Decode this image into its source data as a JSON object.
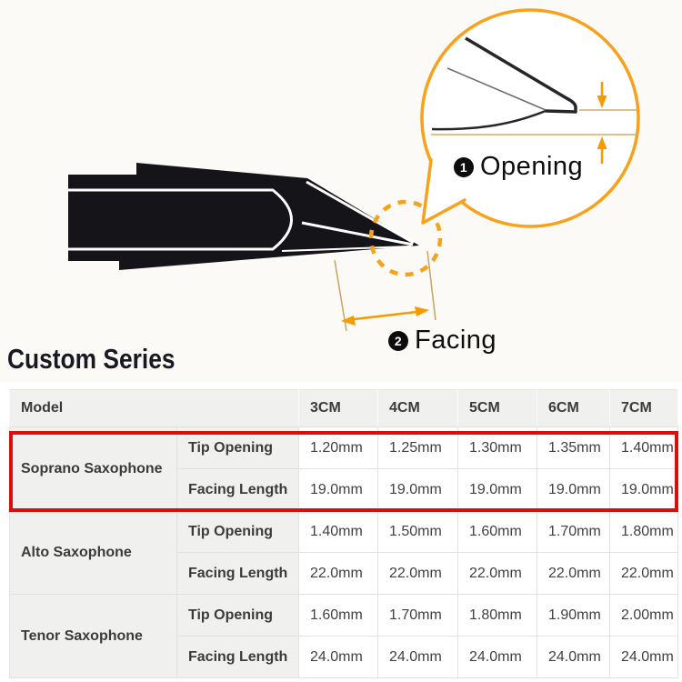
{
  "title": "Custom Series",
  "diagram": {
    "opening_badge": "1",
    "opening_label": "Opening",
    "facing_badge": "2",
    "facing_label": "Facing",
    "colors": {
      "accent_orange": "#F6A21D",
      "dim_line_tan": "#D8AC5E",
      "arrow_orange": "#F59B00",
      "silhouette_black": "#141419",
      "highlight_red": "#DC0D0D",
      "header_gray": "#F0F0EE"
    }
  },
  "table": {
    "headers": [
      "Model",
      "3CM",
      "4CM",
      "5CM",
      "6CM",
      "7CM"
    ],
    "groups": [
      {
        "model": "Soprano Saxophone",
        "highlighted": true,
        "rows": [
          {
            "spec": "Tip Opening",
            "values": [
              "1.20mm",
              "1.25mm",
              "1.30mm",
              "1.35mm",
              "1.40mm"
            ]
          },
          {
            "spec": "Facing Length",
            "values": [
              "19.0mm",
              "19.0mm",
              "19.0mm",
              "19.0mm",
              "19.0mm"
            ]
          }
        ]
      },
      {
        "model": "Alto Saxophone",
        "highlighted": false,
        "rows": [
          {
            "spec": "Tip Opening",
            "values": [
              "1.40mm",
              "1.50mm",
              "1.60mm",
              "1.70mm",
              "1.80mm"
            ]
          },
          {
            "spec": "Facing Length",
            "values": [
              "22.0mm",
              "22.0mm",
              "22.0mm",
              "22.0mm",
              "22.0mm"
            ]
          }
        ]
      },
      {
        "model": "Tenor Saxophone",
        "highlighted": false,
        "rows": [
          {
            "spec": "Tip Opening",
            "values": [
              "1.60mm",
              "1.70mm",
              "1.80mm",
              "1.90mm",
              "2.00mm"
            ]
          },
          {
            "spec": "Facing Length",
            "values": [
              "24.0mm",
              "24.0mm",
              "24.0mm",
              "24.0mm",
              "24.0mm"
            ]
          }
        ]
      }
    ]
  }
}
